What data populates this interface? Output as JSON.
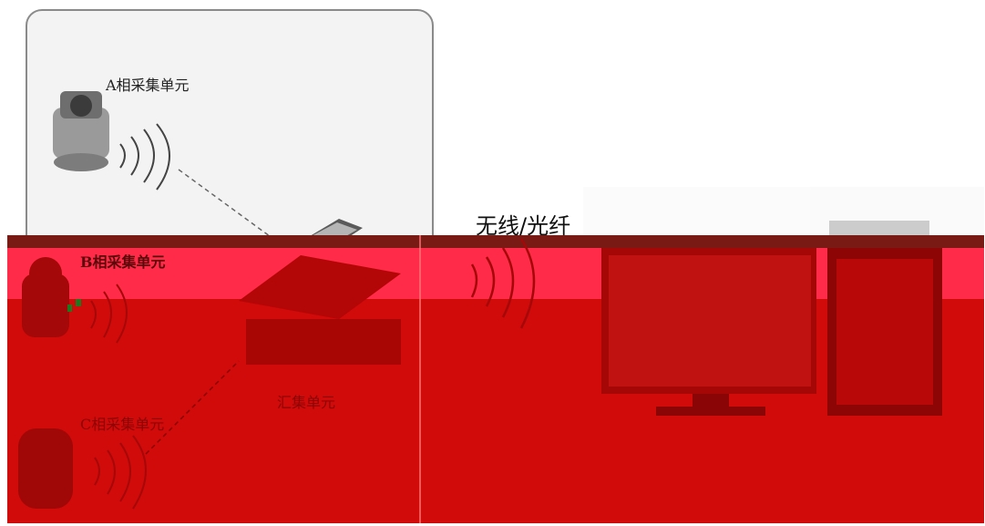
{
  "labels": {
    "unit_a": "A相采集单元",
    "unit_b": "B相采集单元",
    "unit_c": "C相采集单元",
    "aggregator": "汇集单元",
    "link": "无线/光纤"
  },
  "colors": {
    "overlay_red": "#d10a0a",
    "overlay_pink": "#ff2b48",
    "overlay_dark": "#7a1a14",
    "panel_bg": "#f3f3f3",
    "panel_border": "#8a8a8a"
  },
  "icons": [
    "collection-unit-icon",
    "wireless-signal-icon",
    "solar-panel-icon",
    "monitor-icon",
    "computer-tower-icon"
  ]
}
